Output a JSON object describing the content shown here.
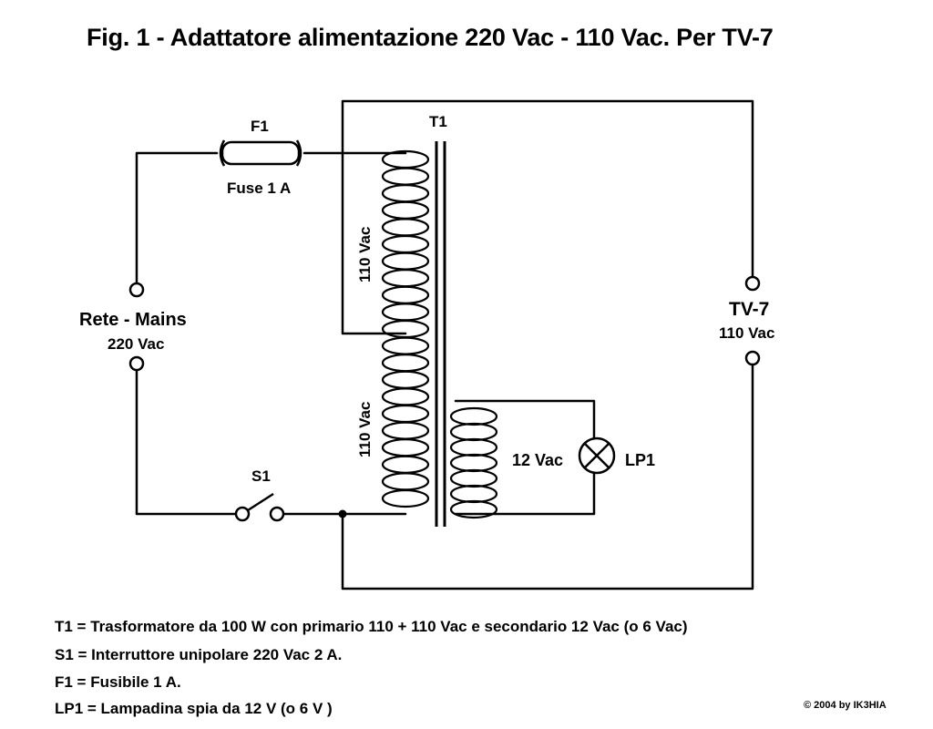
{
  "title": "Fig. 1 - Adattatore alimentazione  220 Vac - 110 Vac. Per TV-7",
  "labels": {
    "fuse_ref": "F1",
    "fuse_value": "Fuse 1 A",
    "transformer_ref": "T1",
    "primary_top_voltage": "110 Vac",
    "primary_bottom_voltage": "110 Vac",
    "mains_name": "Rete - Mains",
    "mains_voltage": "220 Vac",
    "tv_name": "TV-7",
    "tv_voltage": "110 Vac",
    "secondary_voltage": "12 Vac",
    "lamp_ref": "LP1",
    "switch_ref": "S1"
  },
  "legend": [
    "T1 = Trasformatore da 100 W  con primario 110 + 110 Vac e secondario 12 Vac (o 6 Vac)",
    "S1 = Interruttore unipolare 220 Vac 2 A.",
    "F1 = Fusibile 1 A.",
    "LP1 = Lampadina spia da 12 V (o 6 V )"
  ],
  "copyright": "© 2004 by IK3HIA"
}
